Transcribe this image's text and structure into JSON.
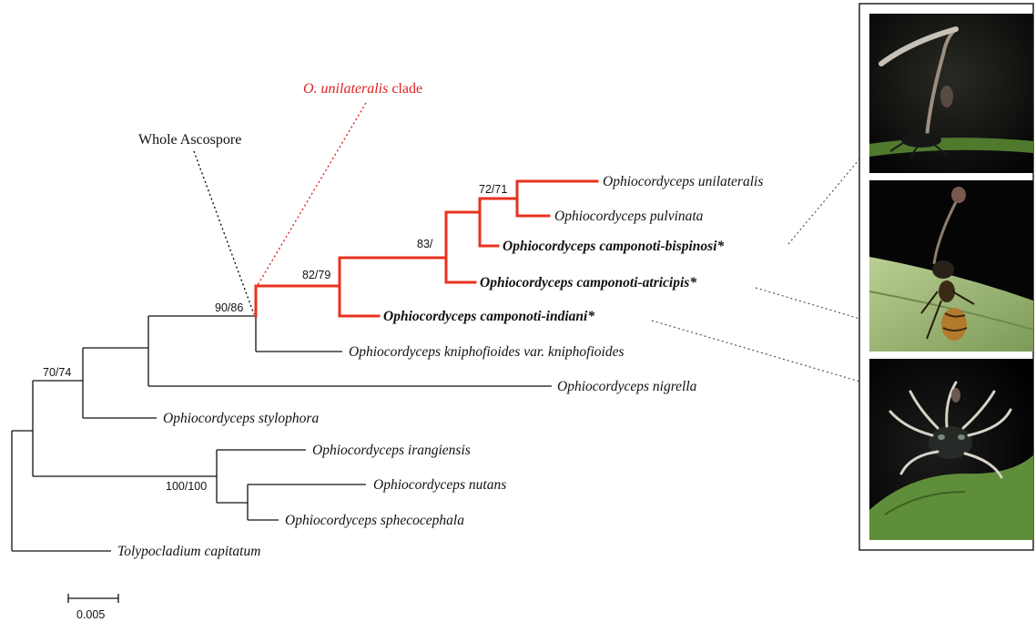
{
  "annotations": {
    "whole_ascospore": "Whole Ascospore",
    "clade_name": "O. unilateralis",
    "clade_suffix": " clade"
  },
  "support_values": {
    "n_72_71": "72/71",
    "n_83": "83/",
    "n_82_79": "82/79",
    "n_90_86": "90/86",
    "n_70_74": "70/74",
    "n_100_100": "100/100"
  },
  "taxa": [
    {
      "id": "unilateralis",
      "label": "Ophiocordyceps unilateralis",
      "bold": false
    },
    {
      "id": "pulvinata",
      "label": "Ophiocordyceps pulvinata",
      "bold": false
    },
    {
      "id": "bispinosi",
      "label": "Ophiocordyceps camponoti-bispinosi*",
      "bold": true
    },
    {
      "id": "atricipis",
      "label": "Ophiocordyceps camponoti-atricipis*",
      "bold": true
    },
    {
      "id": "indiani",
      "label": "Ophiocordyceps camponoti-indiani*",
      "bold": true
    },
    {
      "id": "kniphofioides",
      "label": "Ophiocordyceps kniphofioides var. kniphofioides",
      "bold": false
    },
    {
      "id": "nigrella",
      "label": "Ophiocordyceps nigrella",
      "bold": false
    },
    {
      "id": "stylophora",
      "label": "Ophiocordyceps stylophora",
      "bold": false
    },
    {
      "id": "irangiensis",
      "label": "Ophiocordyceps irangiensis",
      "bold": false
    },
    {
      "id": "nutans",
      "label": "Ophiocordyceps nutans",
      "bold": false
    },
    {
      "id": "sphecocephala",
      "label": "Ophiocordyceps sphecocephala",
      "bold": false
    },
    {
      "id": "capitatum",
      "label": "Tolypocladium capitatum",
      "bold": false
    }
  ],
  "scale_bar": {
    "label": "0.005"
  },
  "photos": [
    {
      "name": "ant-photo-top"
    },
    {
      "name": "ant-photo-middle"
    },
    {
      "name": "ant-photo-bottom"
    }
  ],
  "colors": {
    "highlight": "#e8321e",
    "annotation_red": "#e02020",
    "branch": "#111111"
  }
}
